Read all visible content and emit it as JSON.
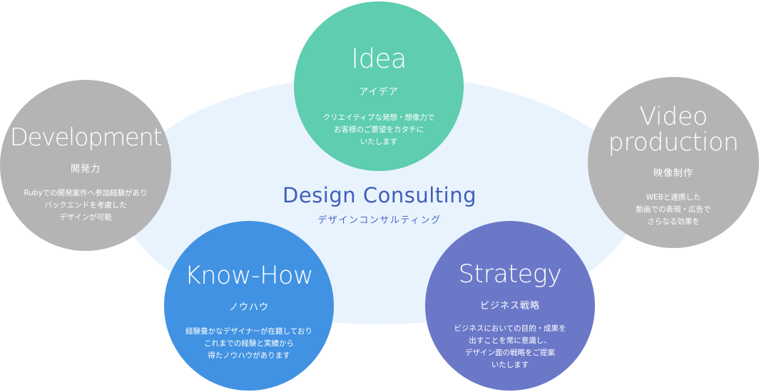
{
  "center": {
    "title": "Design Consulting",
    "subtitle": "デザインコンサルティング"
  },
  "nodes": {
    "idea": {
      "title": "Idea",
      "subtitle": "アイデア",
      "lines": [
        "クリエイティブな発想・想像力で",
        "お客様のご要望をカタチに",
        "いたします"
      ],
      "color": "#5ecdb0"
    },
    "development": {
      "title": "Development",
      "subtitle": "開発力",
      "lines": [
        "Rubyでの開発案件へ参加経験があり",
        "バックエンドを考慮した",
        "デザインが可能"
      ],
      "color": "#b4b4b4"
    },
    "video": {
      "title_lines": [
        "Video",
        "production"
      ],
      "subtitle": "映像制作",
      "lines": [
        "WEBと連携した",
        "動画での表現・広告で",
        "さらなる効果を"
      ],
      "color": "#b4b4b4"
    },
    "knowhow": {
      "title": "Know-How",
      "subtitle": "ノウハウ",
      "lines": [
        "経験豊かなデザイナーが在籍しており",
        "これまでの経験と実績から",
        "得たノウハウがあります"
      ],
      "color": "#4192e2"
    },
    "strategy": {
      "title": "Strategy",
      "subtitle": "ビジネス戦略",
      "lines": [
        "ビジネスにおいての目的・成果を",
        "出すことを常に意識し、",
        "デザイン面の戦略をご提案",
        "いたします"
      ],
      "color": "#6b78c8"
    }
  },
  "colors": {
    "ellipse": "#e9f3fd",
    "center_text": "#3f5fba"
  }
}
